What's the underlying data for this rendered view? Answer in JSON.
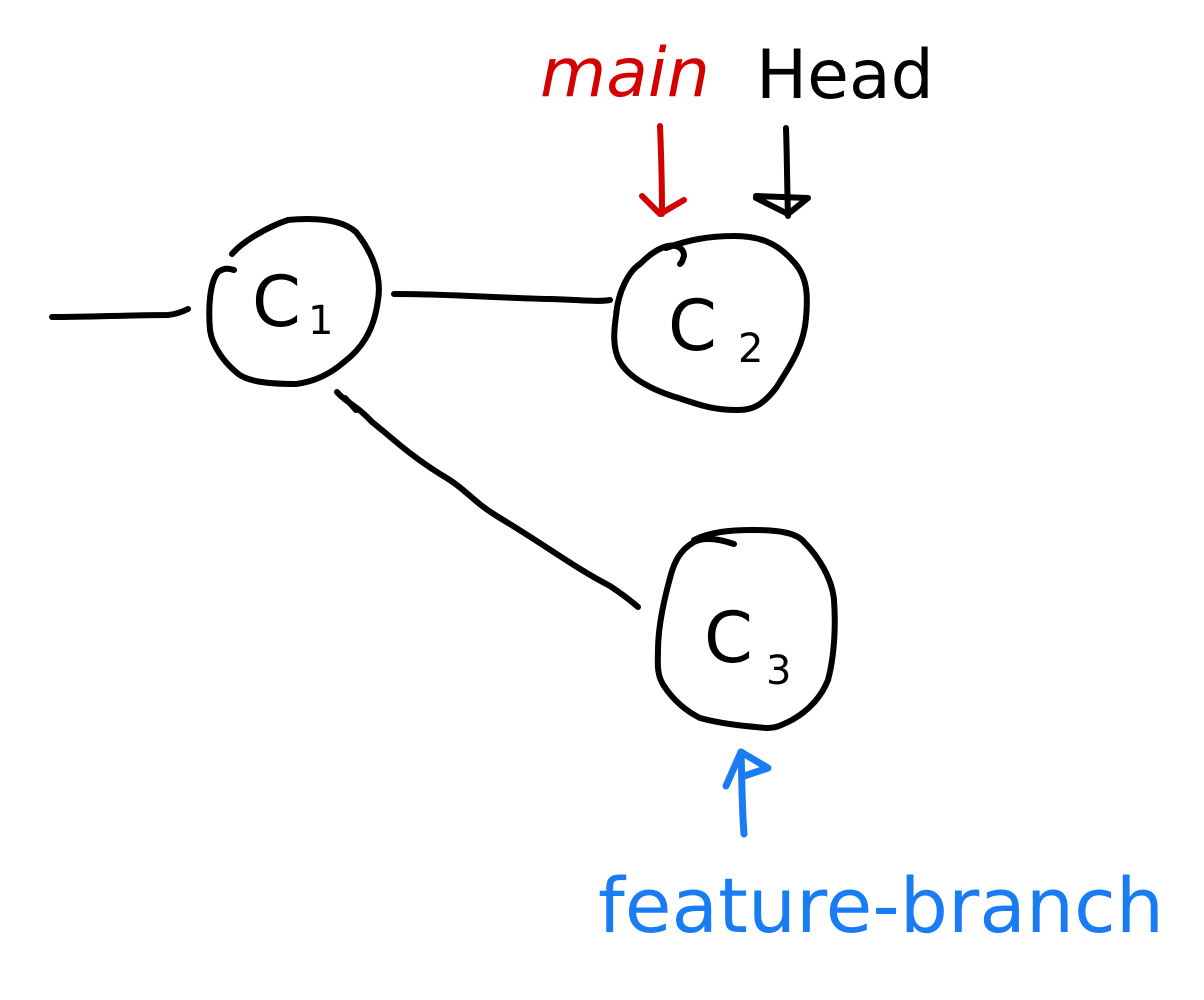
{
  "diagram": {
    "commits": [
      {
        "id": "c1",
        "label": "C",
        "subscript": "1"
      },
      {
        "id": "c2",
        "label": "C",
        "subscript": "2"
      },
      {
        "id": "c3",
        "label": "C",
        "subscript": "3"
      }
    ],
    "labels": {
      "main": "main",
      "head": "Head",
      "feature_branch": "feature-branch"
    },
    "colors": {
      "ink": "#000000",
      "main": "#d40000",
      "feature_branch": "#1a7cf2",
      "background": "#ffffff"
    }
  }
}
